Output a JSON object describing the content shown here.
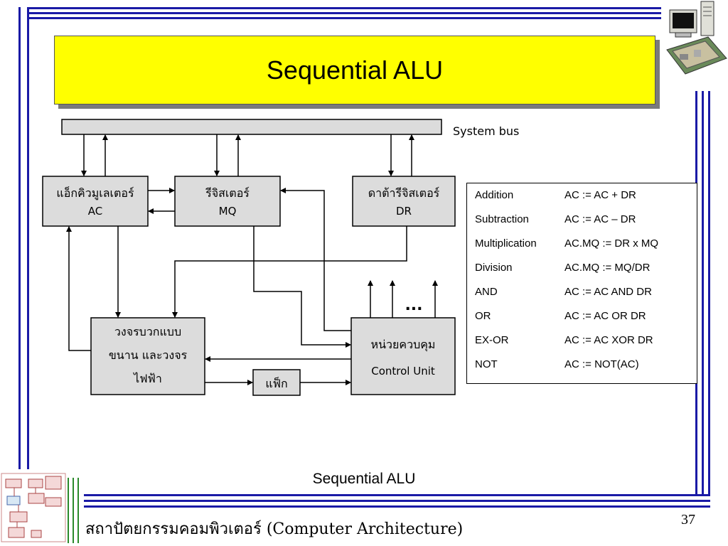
{
  "slide": {
    "title": "Sequential ALU",
    "caption": "Sequential ALU",
    "footer": "สถาปัตยกรรมคอมพิวเตอร์ (Computer Architecture)",
    "page_number": "37"
  },
  "diagram": {
    "system_bus_label": "System bus",
    "ac_line1": "แอ็กคิวมูเลเตอร์",
    "ac_line2": "AC",
    "mq_line1": "รีจิสเตอร์",
    "mq_line2": "MQ",
    "dr_line1": "ดาต้ารีจิสเตอร์",
    "dr_line2": "DR",
    "adder_line1": "วงจรบวกแบบ",
    "adder_line2": "ขนาน และวงจร",
    "adder_line3": "ไฟฟ้า",
    "flag_label": "แฟ็ก",
    "cu_line1": "หน่วยควบคุม",
    "cu_line2": "Control Unit",
    "ellipsis": "..."
  },
  "operations": [
    {
      "name": "Addition",
      "expr": "AC := AC + DR"
    },
    {
      "name": "Subtraction",
      "expr": "AC := AC – DR"
    },
    {
      "name": "Multiplication",
      "expr": "AC.MQ := DR x MQ"
    },
    {
      "name": "Division",
      "expr": "AC.MQ := MQ/DR"
    },
    {
      "name": "AND",
      "expr": "AC := AC AND DR"
    },
    {
      "name": "OR",
      "expr": "AC := AC OR DR"
    },
    {
      "name": "EX-OR",
      "expr": "AC := AC XOR DR"
    },
    {
      "name": "NOT",
      "expr": "AC := NOT(AC)"
    }
  ],
  "colors": {
    "frame_blue": "#1a1aa6",
    "title_fill": "#ffff00",
    "block_fill": "#dcdcdc"
  },
  "icons": [
    "computer-icon",
    "diagram-thumbnail-icon"
  ]
}
